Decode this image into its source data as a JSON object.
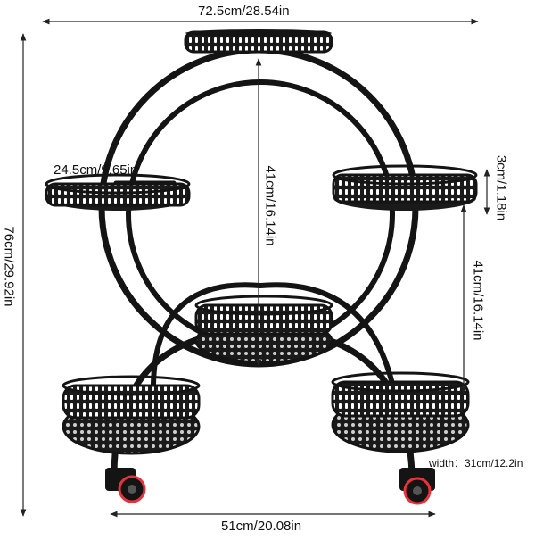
{
  "colors": {
    "frame": "#141414",
    "tray": "#1a1a1a",
    "dimension_line": "#222222",
    "wheel_rim": "#e8323c",
    "background": "#ffffff"
  },
  "dimensions": {
    "top_width": "72.5cm/28.54in",
    "tray_diameter": "24.5cm/9.65in",
    "tray_depth": "3cm/1.18in",
    "total_height": "76cm/29.92in",
    "inner_height": "41cm/16.14in",
    "side_height": "41cm/16.14in",
    "base_width": "51cm/20.08in",
    "width_note": "width：31cm/12.2in"
  }
}
